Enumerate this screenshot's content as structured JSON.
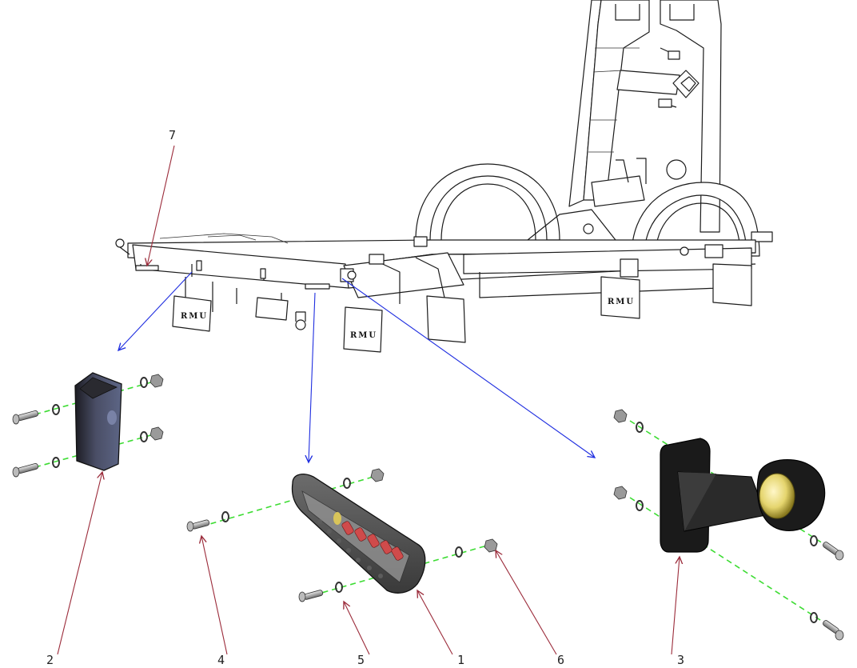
{
  "diagram": {
    "callouts": [
      {
        "id": "c1",
        "label": "1"
      },
      {
        "id": "c2",
        "label": "2"
      },
      {
        "id": "c3",
        "label": "3"
      },
      {
        "id": "c4",
        "label": "4"
      },
      {
        "id": "c5",
        "label": "5"
      },
      {
        "id": "c6",
        "label": "6"
      },
      {
        "id": "c7",
        "label": "7"
      }
    ],
    "mudflap_marking": "RMU",
    "colors": {
      "leader": "#9b2b3a",
      "assembly_arrow": "#1f2ee0",
      "bolt_axis": "#3ddc33",
      "frame_line": "#1b1b1b"
    }
  }
}
